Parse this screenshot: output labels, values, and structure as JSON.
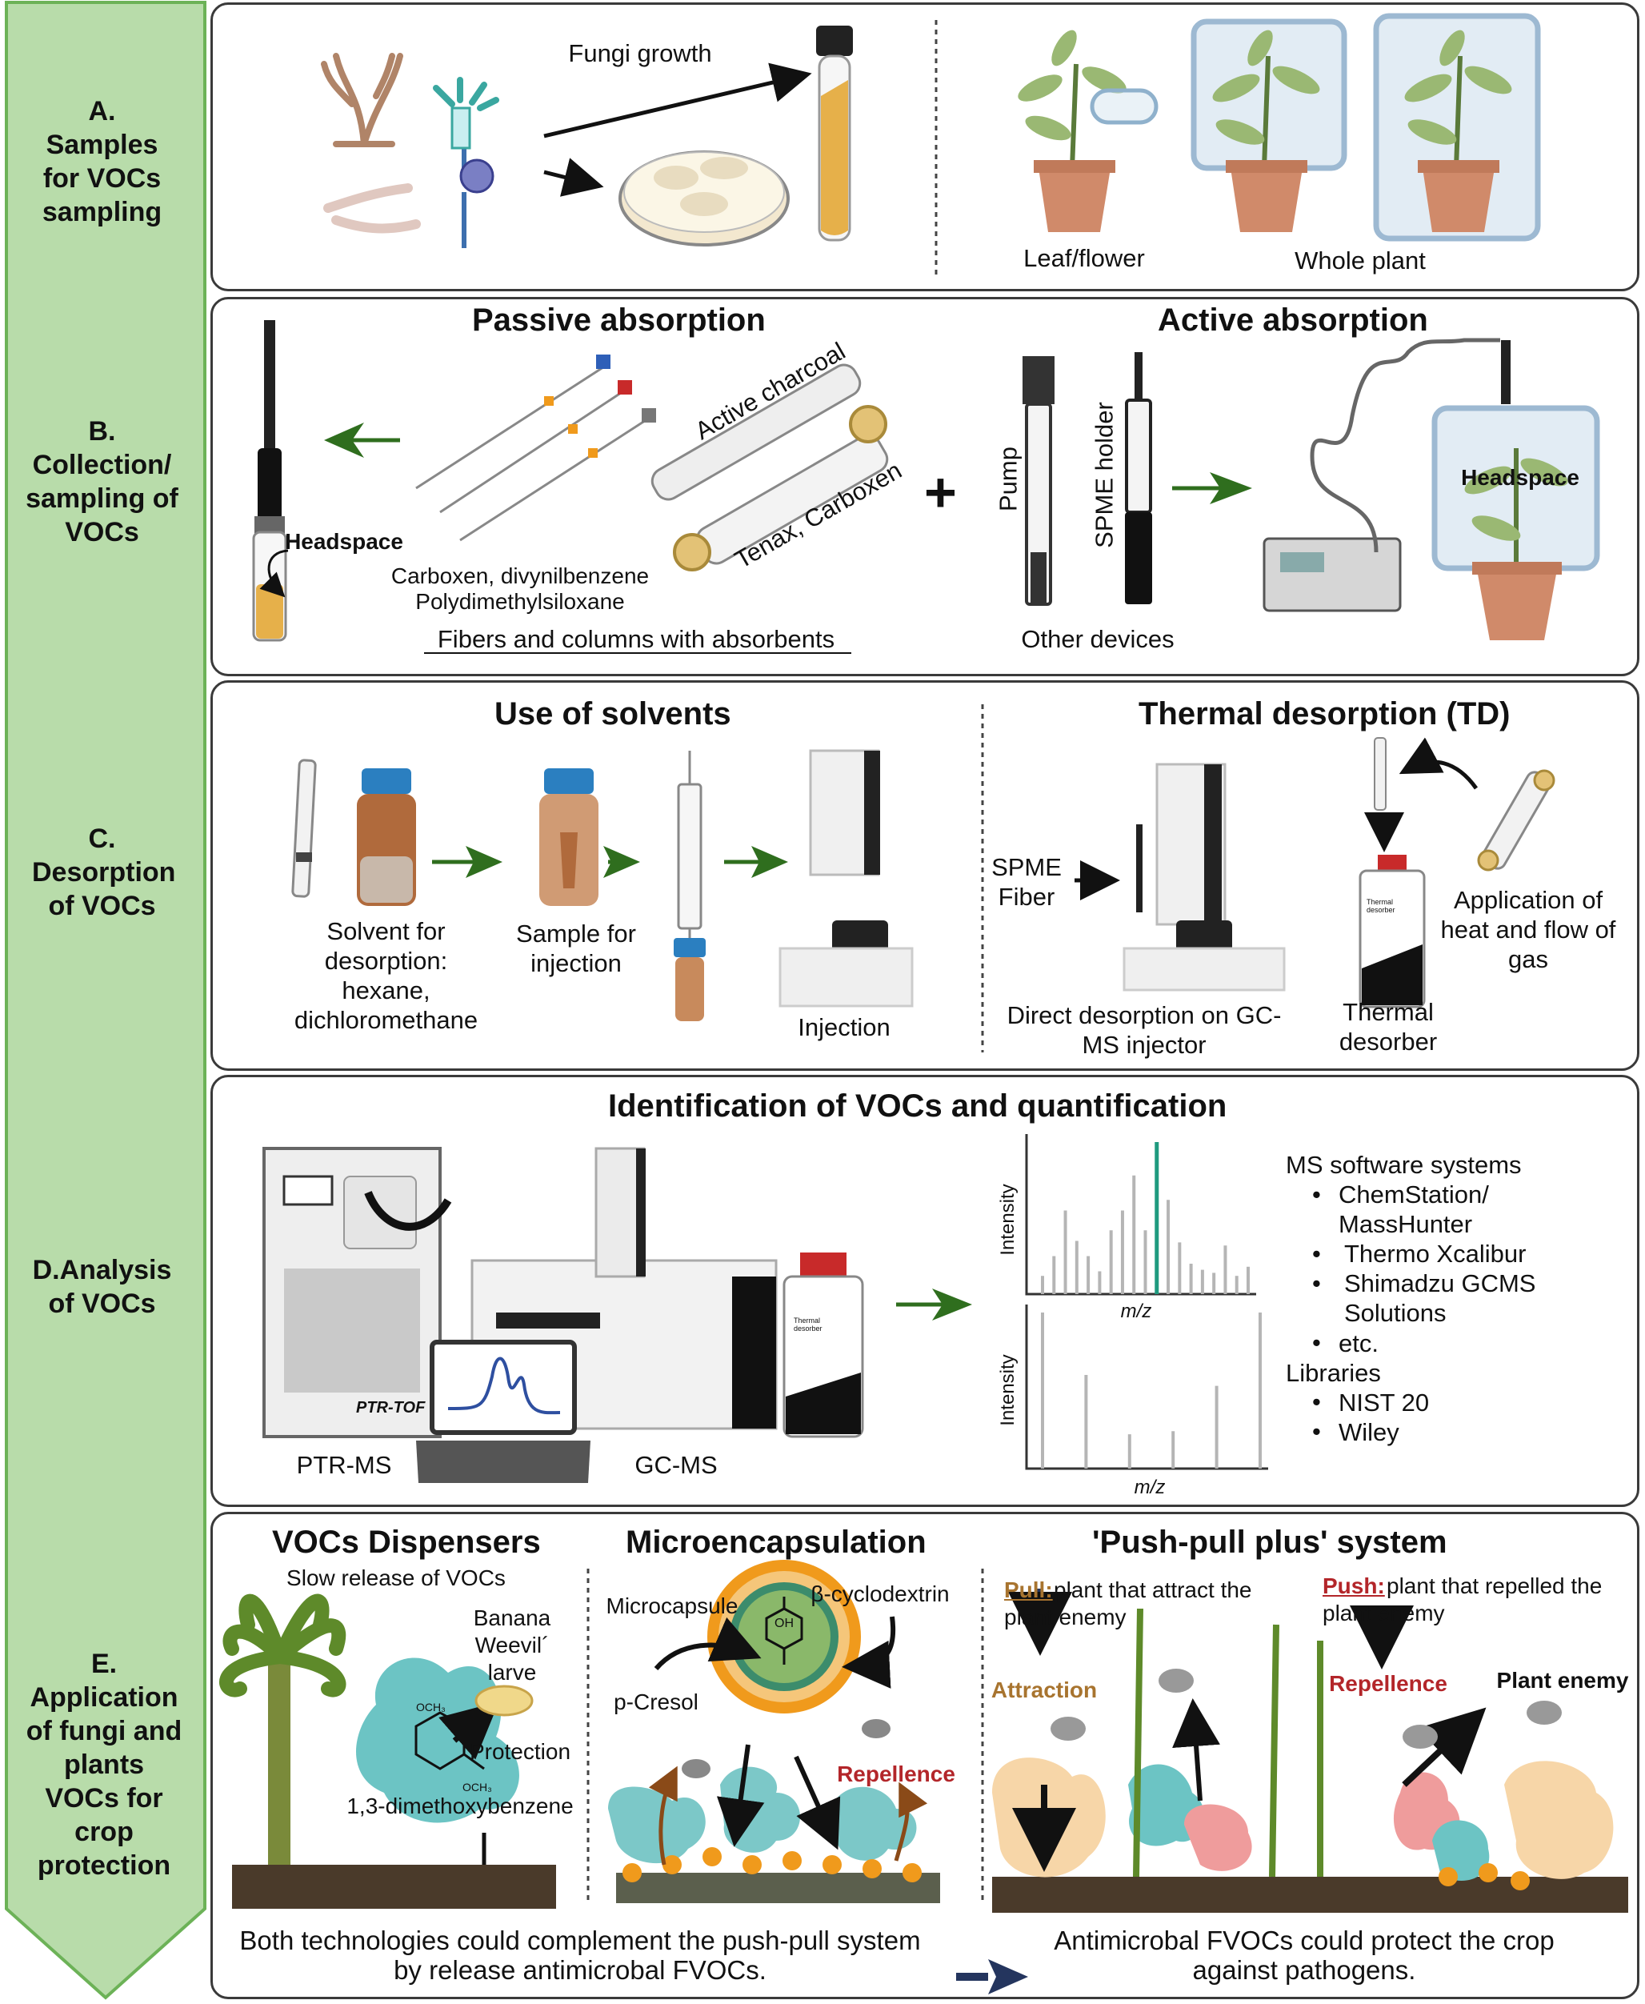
{
  "colors": {
    "sidebar_fill": "#b8dcaa",
    "sidebar_border": "#6cb257",
    "arrow_green": "#2f6e1e",
    "arrow_navy": "#24355e",
    "pull_color": "#a8742f",
    "push_color": "#b3262a",
    "peak_color": "#1f9a7f",
    "peak_grey": "#b5b5b5"
  },
  "stages": [
    {
      "label": "A. Samples for VOCs sampling"
    },
    {
      "label": "B. Collection/ sampling of VOCs"
    },
    {
      "label": "C. Desorption of VOCs"
    },
    {
      "label": "D.Analysis of VOCs"
    },
    {
      "label": "E. Application of fungi and plants VOCs for crop protection"
    }
  ],
  "panel_a": {
    "fungi_growth": "Fungi growth",
    "leaf_flower": "Leaf/flower",
    "whole_plant": "Whole plant"
  },
  "panel_b": {
    "passive_title": "Passive absorption",
    "active_title": "Active absorption",
    "headspace_left": "Headspace",
    "fiber_line1": "Carboxen, divynilbenzene",
    "fiber_line2": "Polydimethylsiloxane",
    "fibers_columns": "Fibers and columns with absorbents",
    "active_charcoal": "Active charcoal",
    "tenax": "Tenax, Carboxen",
    "pump": "Pump",
    "spme_holder": "SPME holder",
    "other_devices": "Other devices",
    "headspace_right": "Headspace",
    "plus": "+"
  },
  "panel_c": {
    "solvents_title": "Use of solvents",
    "td_title": "Thermal desorption (TD)",
    "solvent_label": "Solvent for desorption: hexane, dichloromethane",
    "sample_label": "Sample for injection",
    "injection": "Injection",
    "spme_fiber": "SPME Fiber",
    "direct_desorption": "Direct desorption on GC-MS injector",
    "thermal_desorber": "Thermal desorber",
    "application_heat": "Application of heat and flow of gas",
    "desorber_small": "Thermal desorber"
  },
  "panel_d": {
    "title": "Identification of VOCs and quantification",
    "ptr_ms": "PTR-MS",
    "ptr_tof": "PTR-TOF",
    "gc_ms": "GC-MS",
    "desorber_small": "Thermal desorber",
    "intensity": "Intensity",
    "mz": "m/z",
    "software_heading": "MS software systems",
    "software": [
      "ChemStation/ MassHunter",
      "Thermo Xcalibur",
      "Shimadzu GCMS Solutions",
      "etc."
    ],
    "libraries_heading": "Libraries",
    "libraries": [
      "NIST 20",
      "Wiley"
    ]
  },
  "chart_data": [
    {
      "type": "bar",
      "title": "",
      "xlabel": "m/z",
      "ylabel": "Intensity",
      "values": [
        0.12,
        0.25,
        0.55,
        0.35,
        0.25,
        0.15,
        0.42,
        0.55,
        0.78,
        0.42,
        1.0,
        0.62,
        0.34,
        0.2,
        0.16,
        0.14,
        0.32,
        0.12,
        0.18
      ],
      "highlight_index": 10
    },
    {
      "type": "bar",
      "title": "",
      "xlabel": "m/z",
      "ylabel": "Intensity",
      "values": [
        1.0,
        0.6,
        0.22,
        0.24,
        0.53,
        1.0
      ]
    }
  ],
  "panel_e": {
    "dispensers_title": "VOCs Dispensers",
    "slow_release": "Slow release of VOCs",
    "banana_weevil": "Banana Weevil´ larve",
    "protection": "Protection",
    "och3_a": "OCH₃",
    "och3_b": "OCH₃",
    "compound": "1,3-dimethoxybenzene",
    "micro_title": "Microencapsulation",
    "microcapsule": "Microcapsule",
    "cyclodextrin": "β-cyclodextrin",
    "p_cresol": "p-Cresol",
    "oh": "OH",
    "repellence_mid": "Repellence",
    "pushpull_title": "'Push-pull plus' system",
    "pull_word": "Pull:",
    "pull_text": "plant that attract the plant enemy",
    "push_word": "Push:",
    "push_text": "plant that repelled the plant enemy",
    "attraction": "Attraction",
    "repellence_right": "Repellence",
    "plant_enemy": "Plant enemy",
    "bottom_left": "Both technologies could complement the push-pull system by release antimicrobal FVOCs.",
    "bottom_right": "Antimicrobal FVOCs could protect the crop against pathogens."
  }
}
